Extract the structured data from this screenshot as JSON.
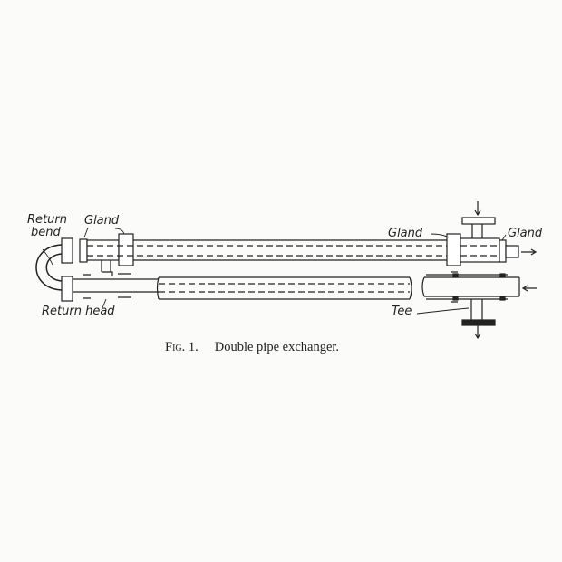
{
  "labels": {
    "return_bend": [
      "Return",
      "bend"
    ],
    "gland_left": "Gland",
    "gland_right_1": "Gland",
    "gland_right_2": "Gland",
    "return_head": "Return head",
    "tee": "Tee"
  },
  "caption": {
    "figure": "Fig. 1.",
    "text": "Double pipe exchanger."
  },
  "colors": {
    "ink": "#222222",
    "paper": "#fbfbfa"
  }
}
